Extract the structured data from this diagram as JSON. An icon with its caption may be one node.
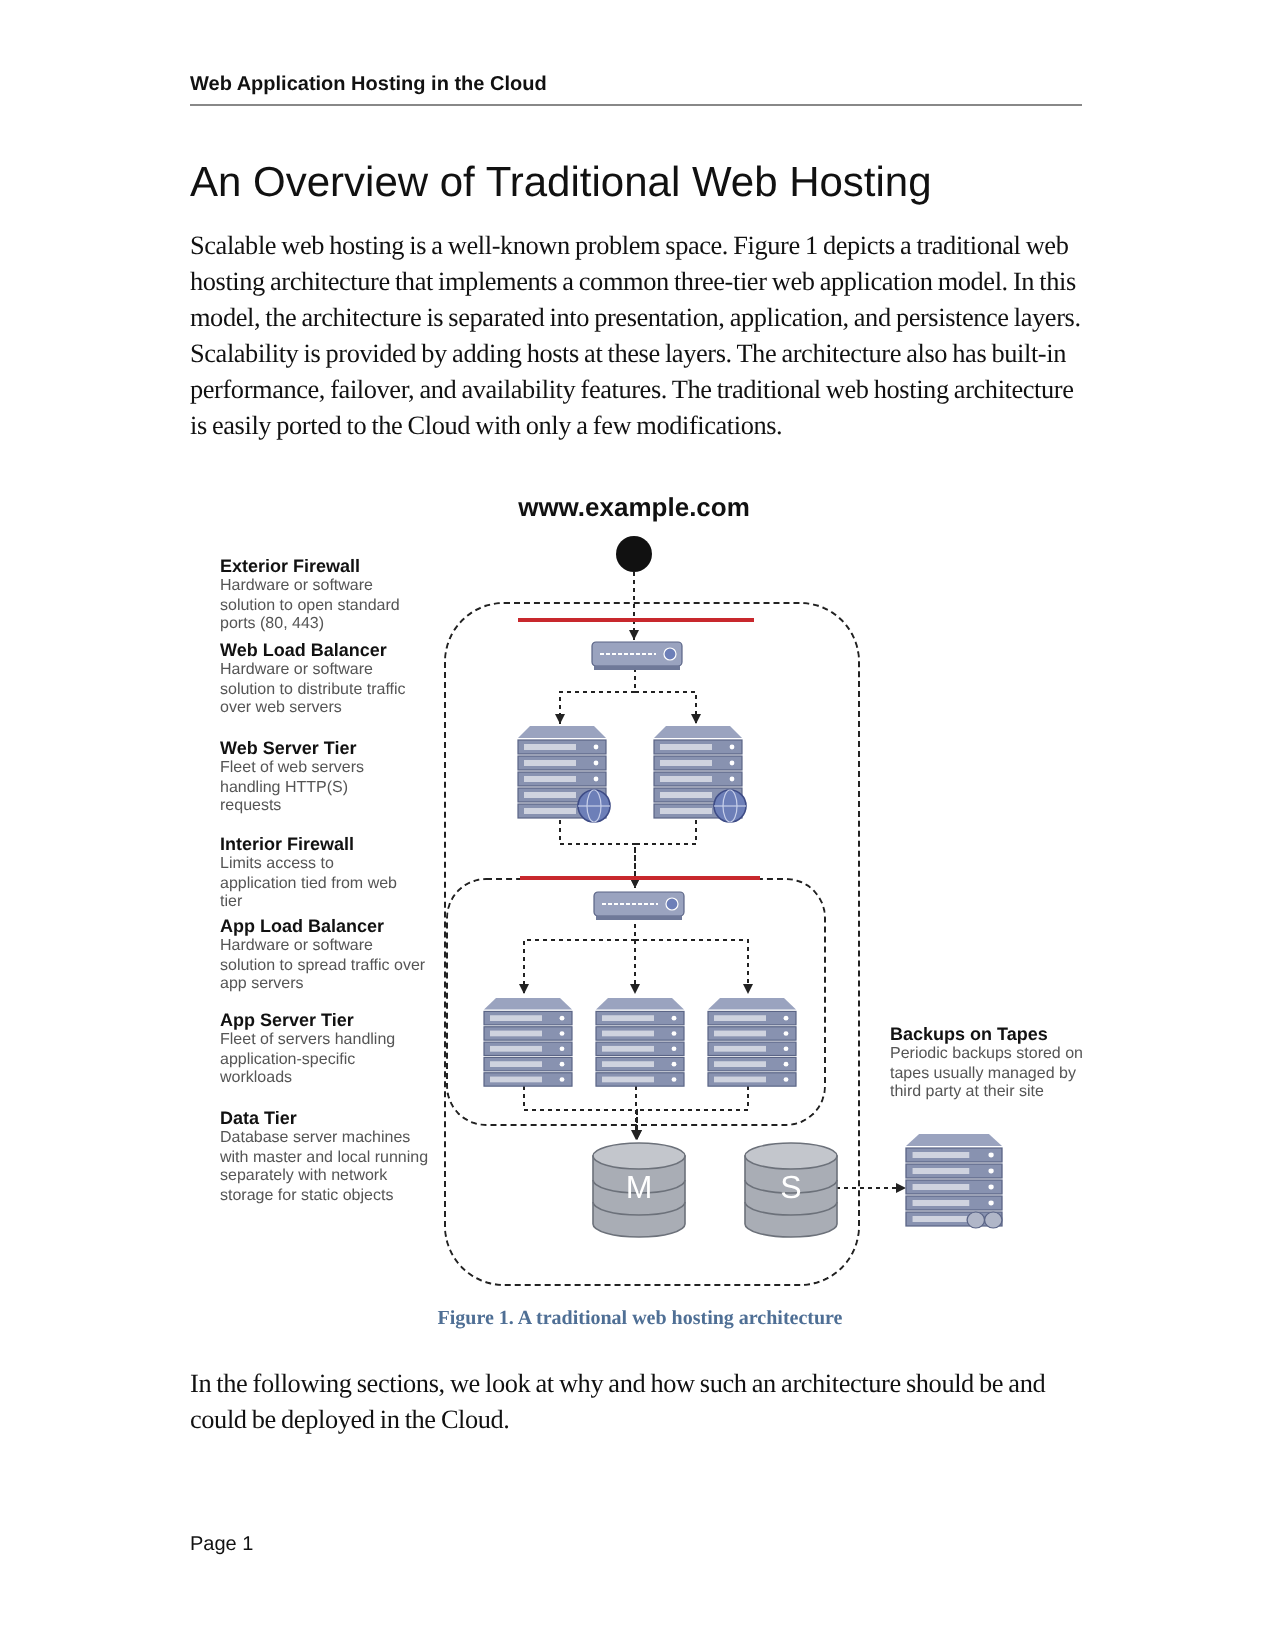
{
  "diagram": {
    "title": "An Overview of Traditional Web Hosting",
    "caption": "Figure 1. A traditional web hosting architecture",
    "nodes": [
      {
        "text": [],
        "shape": "box"
      },
      {
        "text": [],
        "shape": "circle",
        "beside": [
          "www.example.com"
        ]
      },
      {
        "text": [],
        "shape": "bar",
        "in": 0
      },
      {
        "text": [],
        "shape": "box",
        "in": 0
      },
      {
        "text": [],
        "shape": "server",
        "in": 0
      },
      {
        "text": [],
        "shape": "server",
        "in": 0
      },
      {
        "text": [],
        "shape": "box",
        "in": 0
      },
      {
        "text": [],
        "shape": "bar",
        "in": 6
      },
      {
        "text": [],
        "shape": "box",
        "in": 6
      },
      {
        "text": [],
        "shape": "server",
        "in": 6
      },
      {
        "text": [],
        "shape": "server",
        "in": 6
      },
      {
        "text": [],
        "shape": "server",
        "in": 6
      },
      {
        "text": [
          "M"
        ],
        "in": 0
      },
      {
        "text": [
          "S"
        ],
        "in": 0
      },
      {
        "text": [],
        "shape": "server"
      }
    ],
    "edges": [
      {
        "from": 1,
        "to": 3,
        "arrow": "to",
        "style": "dashed"
      },
      {
        "from": 3,
        "to": 4,
        "arrow": "to",
        "style": "dashed"
      },
      {
        "from": 3,
        "to": 5,
        "arrow": "to",
        "style": "dashed"
      },
      {
        "from": 4,
        "to": 8,
        "arrow": "to",
        "style": "dashed"
      },
      {
        "from": 5,
        "to": 8,
        "arrow": "to",
        "style": "dashed"
      },
      {
        "from": 8,
        "to": 9,
        "arrow": "to",
        "style": "dashed"
      },
      {
        "from": 8,
        "to": 10,
        "arrow": "to",
        "style": "dashed"
      },
      {
        "from": 8,
        "to": 11,
        "arrow": "to",
        "style": "dashed"
      },
      {
        "from": 9,
        "to": 12,
        "arrow": "to",
        "style": "dashed"
      },
      {
        "from": 10,
        "to": 12,
        "arrow": "to",
        "style": "dashed"
      },
      {
        "from": 11,
        "to": 12,
        "arrow": "to",
        "style": "dashed"
      },
      {
        "from": 13,
        "to": 14,
        "arrow": "to",
        "style": "dashed"
      }
    ],
    "labels": [
      "Web Application Hosting in the Cloud",
      "Scalable web hosting is a well-known problem space. Figure 1 depicts a traditional web hosting architecture that implements a common three-tier web application model. In this model, the architecture is separated into presentation, application, and persistence layers. Scalability is provided by adding hosts at these layers. The architecture also has built-in performance, failover, and availability features. The traditional web hosting architecture is easily ported to the Cloud with only a few modifications.",
      "Exterior Firewall",
      "Hardware or software solution to open standard ports (80, 443)",
      "Web Load Balancer",
      "Hardware or software solution to distribute traffic over web servers",
      "Web Server Tier",
      "Fleet of web servers handling HTTP(S) requests",
      "Interior Firewall",
      "Limits access to application tied from web tier",
      "App Load Balancer",
      "Hardware or software solution to spread traffic over app servers",
      "App Server Tier",
      "Fleet of servers handling application-specific workloads",
      "Data Tier",
      "Database server machines with master and local running separately with network storage for static objects",
      "Backups on Tapes",
      "Periodic backups stored on tapes usually managed by third party at their site",
      "In the following sections, we look at why and how such an architecture should be and could be deployed in the Cloud.",
      "Page 1"
    ]
  }
}
